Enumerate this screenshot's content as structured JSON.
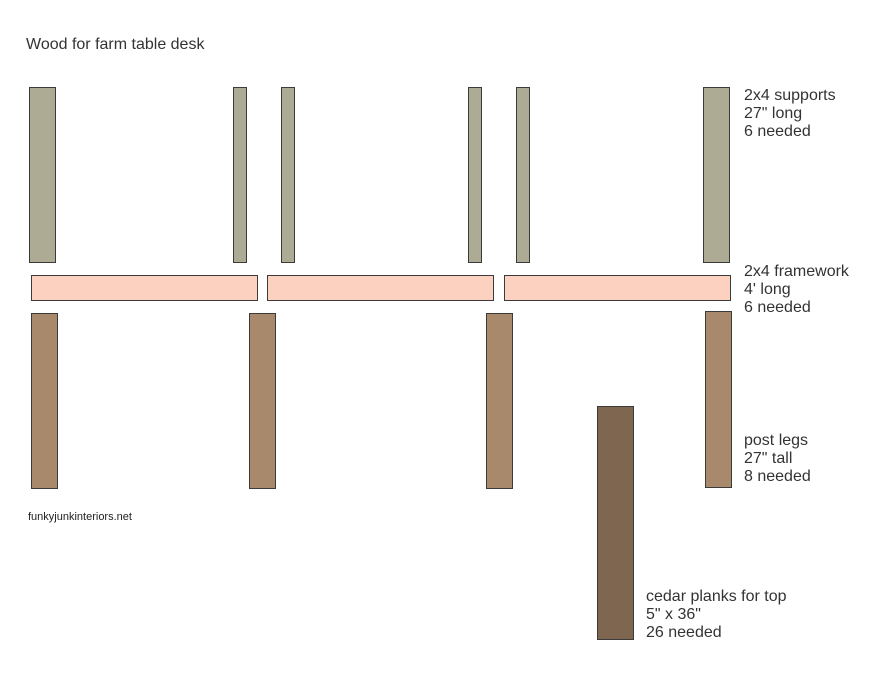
{
  "title": "Wood for farm table desk",
  "credit": "funkyjunkinteriors.net",
  "colors": {
    "support": "#adab94",
    "framework": "#fdd1bf",
    "post_leg": "#a8896b",
    "cedar_plank": "#7e6650"
  },
  "groups": {
    "supports": {
      "name": "2x4 supports",
      "size": "27\" long",
      "qty": "6 needed"
    },
    "framework": {
      "name": "2x4 framework",
      "size": "4' long",
      "qty": "6 needed"
    },
    "legs": {
      "name": "post legs",
      "size": "27\" tall",
      "qty": "8 needed"
    },
    "planks": {
      "name": "cedar planks for top",
      "size": "5\" x 36\"",
      "qty": "26 needed"
    }
  }
}
